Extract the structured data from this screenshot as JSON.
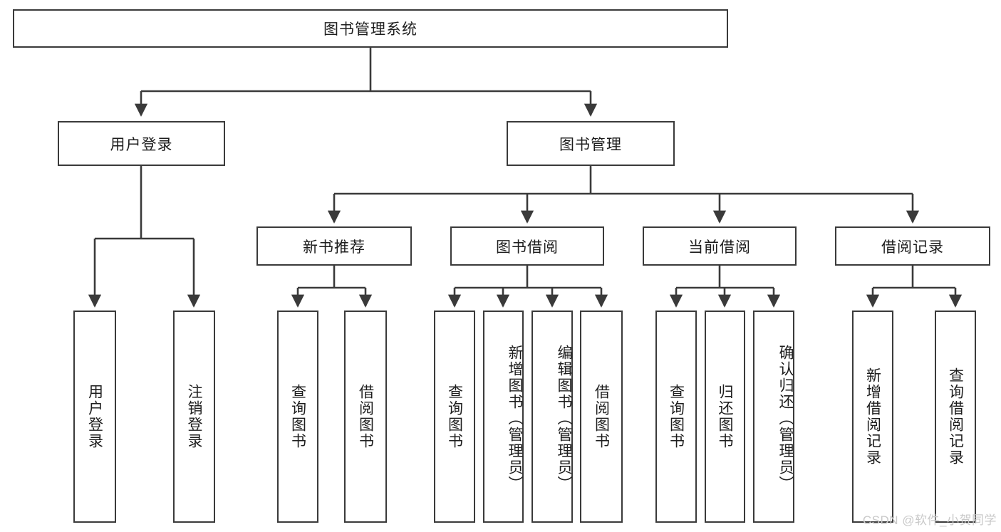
{
  "diagram": {
    "title": "图书管理系统",
    "type": "tree",
    "root": {
      "id": "root",
      "label": "图书管理系统"
    },
    "level2": [
      {
        "id": "user-login",
        "label": "用户登录"
      },
      {
        "id": "book-manage",
        "label": "图书管理"
      }
    ],
    "level3": [
      {
        "id": "new-book-recommend",
        "label": "新书推荐",
        "parent": "book-manage"
      },
      {
        "id": "book-borrow",
        "label": "图书借阅",
        "parent": "book-manage"
      },
      {
        "id": "current-borrow",
        "label": "当前借阅",
        "parent": "book-manage"
      },
      {
        "id": "borrow-record",
        "label": "借阅记录",
        "parent": "book-manage"
      }
    ],
    "leaves": [
      {
        "id": "leaf-user-login",
        "label": "用户登录",
        "parent": "user-login"
      },
      {
        "id": "leaf-logout-login",
        "label": "注销登录",
        "parent": "user-login"
      },
      {
        "id": "leaf-query-book-1",
        "label": "查询图书",
        "parent": "new-book-recommend"
      },
      {
        "id": "leaf-borrow-book-1",
        "label": "借阅图书",
        "parent": "new-book-recommend"
      },
      {
        "id": "leaf-query-book-2",
        "label": "查询图书",
        "parent": "book-borrow"
      },
      {
        "id": "leaf-add-book",
        "label": "新增图书（管理员）",
        "parent": "book-borrow"
      },
      {
        "id": "leaf-edit-book",
        "label": "编辑图书（管理员）",
        "parent": "book-borrow"
      },
      {
        "id": "leaf-borrow-book-2",
        "label": "借阅图书",
        "parent": "book-borrow"
      },
      {
        "id": "leaf-query-book-3",
        "label": "查询图书",
        "parent": "current-borrow"
      },
      {
        "id": "leaf-return-book",
        "label": "归还图书",
        "parent": "current-borrow"
      },
      {
        "id": "leaf-confirm-return",
        "label": "确认归还（管理员）",
        "parent": "current-borrow"
      },
      {
        "id": "leaf-add-record",
        "label": "新增借阅记录",
        "parent": "borrow-record"
      },
      {
        "id": "leaf-query-record",
        "label": "查询借阅记录",
        "parent": "borrow-record"
      }
    ]
  },
  "watermark": {
    "text": "CSDN @软件_小贺同学"
  },
  "colors": {
    "border": "#3a3a3a",
    "background": "#ffffff",
    "text": "#1d1d1d",
    "watermark": "#c9c9c9"
  }
}
